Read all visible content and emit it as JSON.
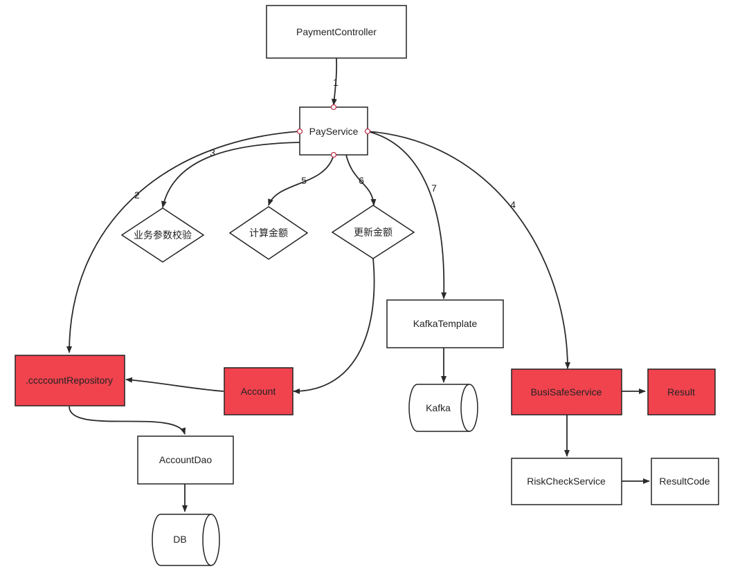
{
  "colors": {
    "box_fill": "#ffffff",
    "highlight_fill": "#f0434e",
    "stroke": "#222222",
    "edge": "#2a2a2a",
    "port": "#c0304a"
  },
  "nodes": {
    "payment_controller": "PaymentController",
    "pay_service": "PayService",
    "validate_params": "业务参数校验",
    "calc_amount": "计算金额",
    "update_amount": "更新金额",
    "account_repository": ".ccccountRepository",
    "account": "Account",
    "account_dao": "AccountDao",
    "db": "DB",
    "kafka_template": "KafkaTemplate",
    "kafka": "Kafka",
    "busi_safe_service": "BusiSafeService",
    "result": "Result",
    "risk_check_service": "RiskCheckService",
    "result_code": "ResultCode"
  },
  "edge_labels": {
    "e1": "1",
    "e2": "2",
    "e3": "3",
    "e4": "4",
    "e5": "5",
    "e6": "6",
    "e7": "7"
  }
}
